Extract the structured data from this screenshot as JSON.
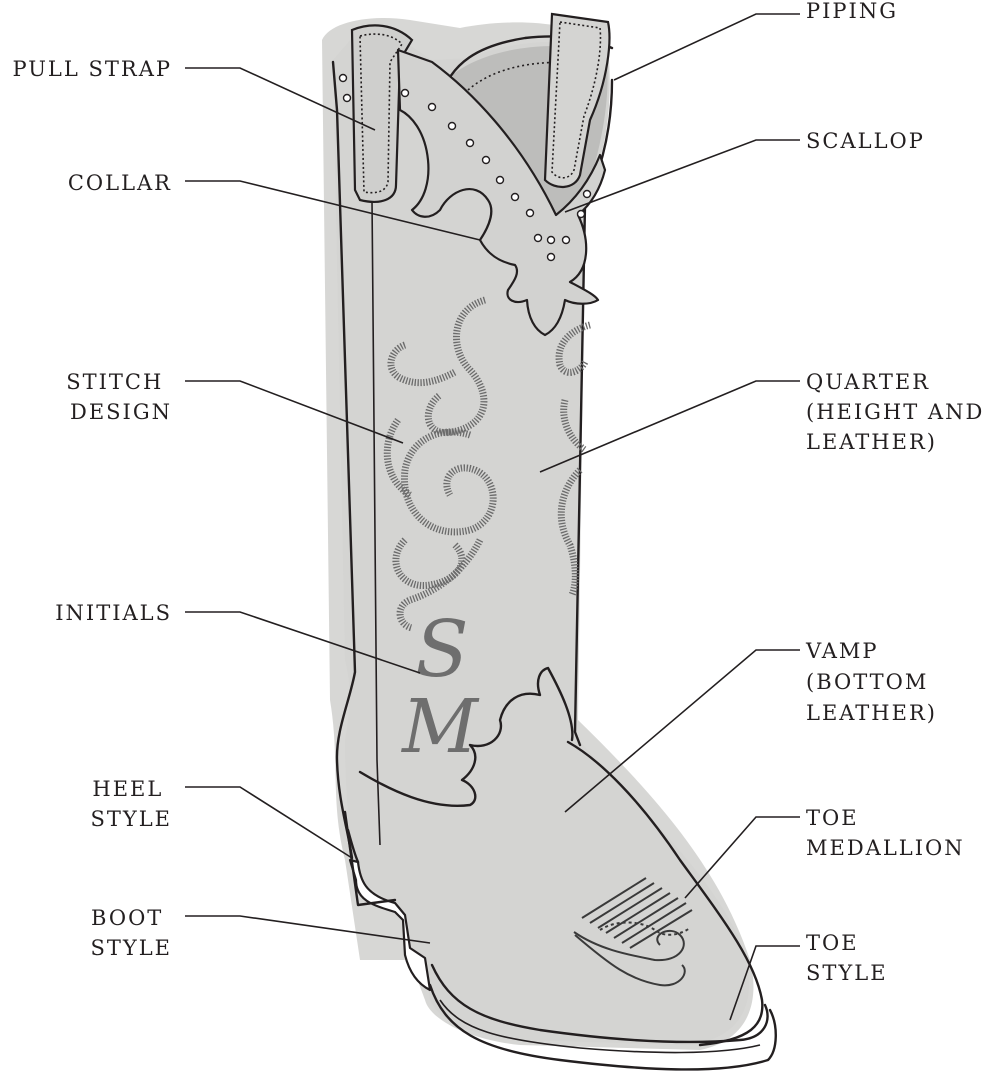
{
  "labels": {
    "piping": [
      "PIPING"
    ],
    "pull_strap": [
      "PULL STRAP"
    ],
    "scallop": [
      "SCALLOP"
    ],
    "collar": [
      "COLLAR"
    ],
    "stitch_design": [
      "STITCH",
      "DESIGN"
    ],
    "quarter": [
      "QUARTER",
      "(HEIGHT AND",
      " LEATHER)"
    ],
    "initials": [
      "INITIALS"
    ],
    "vamp": [
      "VAMP",
      "(BOTTOM",
      "LEATHER)"
    ],
    "heel_style": [
      "HEEL",
      "STYLE"
    ],
    "toe_medallion": [
      "TOE",
      "MEDALLION"
    ],
    "boot_style": [
      "BOOT",
      "STYLE"
    ],
    "toe_style": [
      "TOE",
      "STYLE"
    ]
  },
  "monogram": {
    "first": "S",
    "second": "M"
  },
  "colors": {
    "ink": "#231f20",
    "leather": "#d4d4d2",
    "shadow": "#cfcfcd",
    "inner_shaft": "#bdbdbb",
    "stitching": "#6b6b6b",
    "initials": "#6e6e6e"
  }
}
